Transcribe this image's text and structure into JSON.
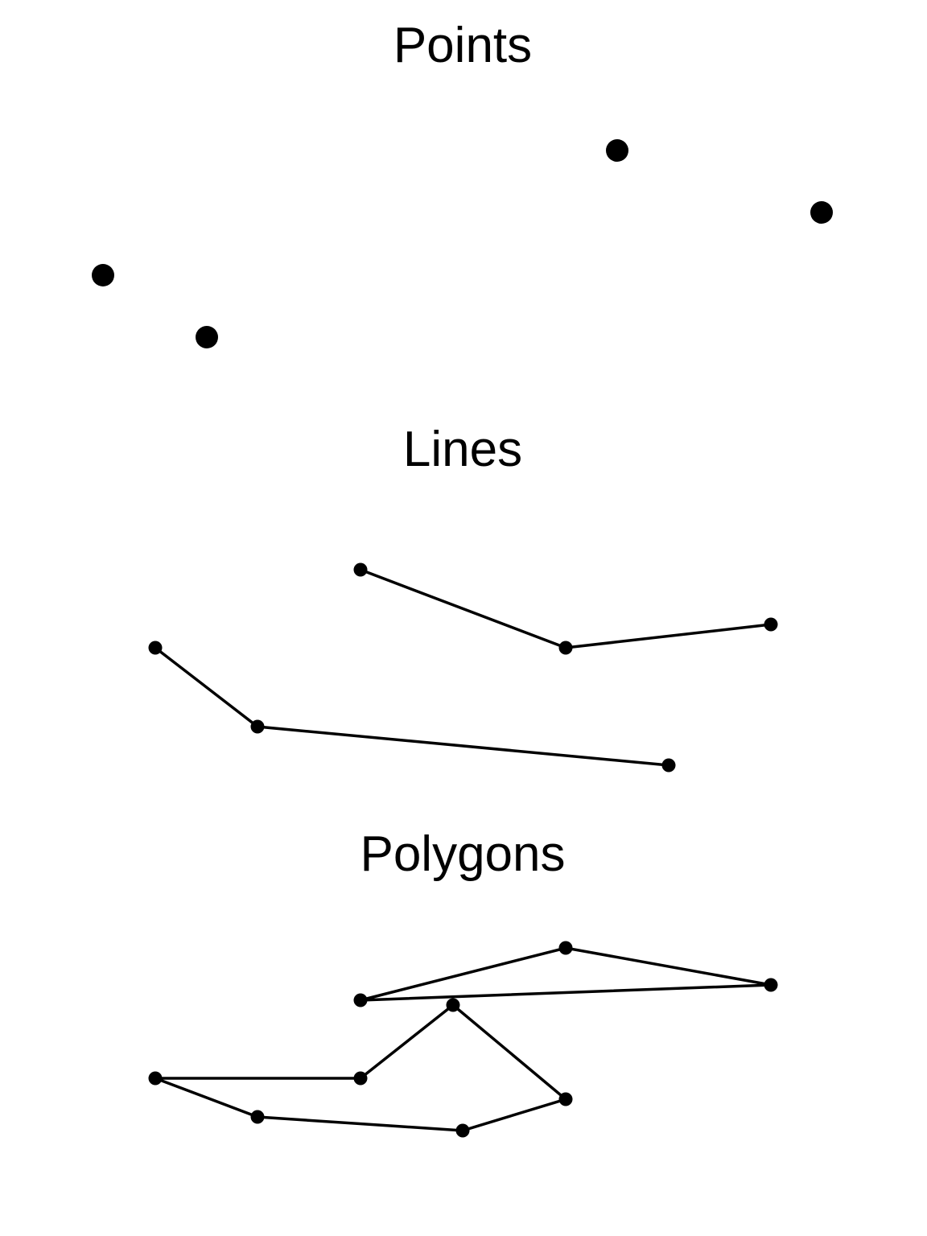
{
  "panels": {
    "points": {
      "title": "Points"
    },
    "lines": {
      "title": "Lines"
    },
    "polygons": {
      "title": "Polygons"
    }
  },
  "colors": {
    "ink": "#000000",
    "background": "#ffffff"
  }
}
